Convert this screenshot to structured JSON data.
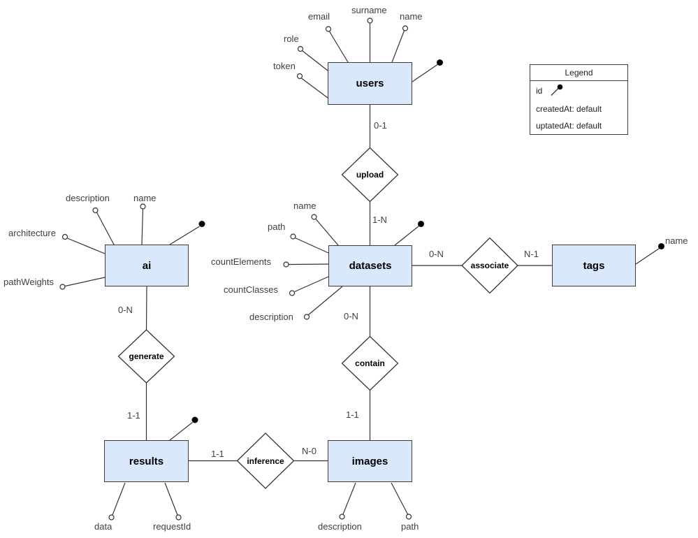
{
  "entities": {
    "users": "users",
    "datasets": "datasets",
    "tags": "tags",
    "ai": "ai",
    "results": "results",
    "images": "images"
  },
  "relationships": {
    "upload": "upload",
    "associate": "associate",
    "generate": "generate",
    "contain": "contain",
    "inference": "inference"
  },
  "attributes": {
    "users": {
      "email": "email",
      "surname": "surname",
      "name": "name",
      "role": "role",
      "token": "token"
    },
    "datasets": {
      "name": "name",
      "path": "path",
      "countElements": "countElements",
      "countClasses": "countClasses",
      "description": "description"
    },
    "tags": {
      "name": "name"
    },
    "ai": {
      "description": "description",
      "name": "name",
      "architecture": "architecture",
      "pathWeights": "pathWeights"
    },
    "results": {
      "data": "data",
      "requestId": "requestId"
    },
    "images": {
      "description": "description",
      "path": "path"
    }
  },
  "cardinalities": {
    "users_upload": "0-1",
    "upload_datasets": "1-N",
    "datasets_associate": "0-N",
    "associate_tags": "N-1",
    "datasets_contain": "0-N",
    "contain_images": "1-1",
    "ai_generate": "0-N",
    "generate_results": "1-1",
    "results_inference": "1-1",
    "inference_images": "N-0"
  },
  "legend": {
    "title": "Legend",
    "id_label": "id",
    "created_label": "createdAt: default",
    "updated_label": "uptatedAt: default"
  },
  "colors": {
    "entity_fill": "#dae8fc",
    "entity_border": "#3b3b3b",
    "line": "#333333",
    "key_dot": "#000000"
  }
}
